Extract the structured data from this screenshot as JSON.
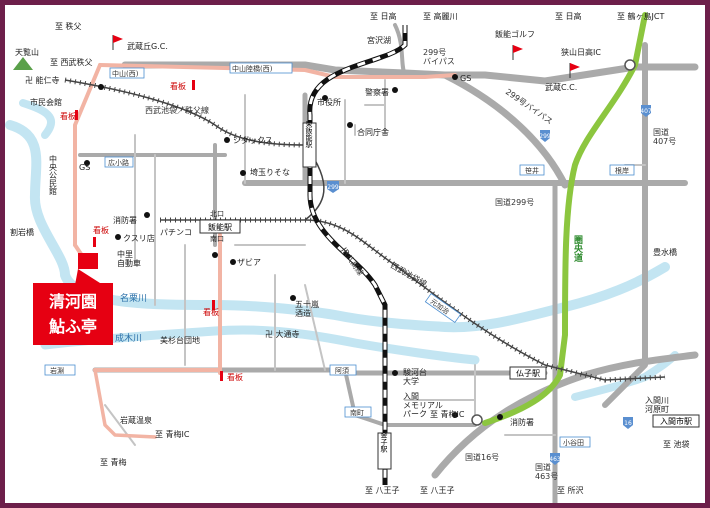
{
  "destinations": {
    "chichibu": "至 秩父",
    "seibu_chichibu": "至 西武秩父",
    "hidaka": "至 日高",
    "komagawa": "至 高麗川",
    "hidaka2": "至 日高",
    "tsurugashima": "至 鶴ヶ島JCT",
    "hachioji1": "至 八王子",
    "hachioji2": "至 八王子",
    "tokorozawa": "至 所沢",
    "ome": "至 青梅",
    "ome_ic1": "至 青梅IC",
    "ome_ic2": "至 青梅IC",
    "ikebukuro": "至 池袋"
  },
  "places": {
    "tenranzan": "天覧山",
    "noninji": "卍 能仁寺",
    "shimin_kaikan": "市民会館",
    "chuo_kouminkan": "中央公民館",
    "gs1": "GS",
    "gs2": "GS",
    "warikawabashi": "割岩橋",
    "shobosho1": "消防署",
    "kusuri": "クスリ店",
    "nakasato": "中里\n自動車",
    "pachinko": "パチンコ",
    "saitama_risona": "埼玉りそな",
    "sidax": "シダックス",
    "shiyakusho": "市役所",
    "keisatsusho": "警察署",
    "godochosha": "合同庁舎",
    "miyazawako": "宮沢湖",
    "bukozan_gc": "武蔵丘G.C.",
    "hanno_golf": "飯能ゴルフ",
    "musashi_cc": "武蔵C.C.",
    "sayama_hidaka_ic": "狭山日高IC",
    "zabia": "ザビア",
    "gojikken_shuzo": "五十嵐\n酒造",
    "daitsuji": "卍 大通寺",
    "misugidai": "美杉台団地",
    "sundai_univ": "駿河台\n大学",
    "iruma_park": "入間\nメモリアル\nパーク",
    "shobosho2": "消防署",
    "iwakurasen": "岩蔵温泉",
    "hanno_sta": "飯能駅",
    "kitaguchi": "北口",
    "minamiguchi": "南口",
    "higashi_hanno": "東飯能駅",
    "busshi_sta": "仏子駅",
    "kaneko_sta": "金子駅",
    "irumashi_sta": "入間市駅",
    "irumagawara": "入間川\n河原町",
    "yumekibashi": "豊水橋"
  },
  "roads": {
    "route299": "国道299号",
    "route299_bypass": "299号\nバイパス",
    "route299_bypass2": "299号バイパス",
    "route407": "国道\n407号",
    "route463": "国道\n463号",
    "route16": "国道16号",
    "kenodo": "圏央道",
    "jr_hachiko": "JR八高線",
    "seibu_ikebukuro": "西武池袋／秩父線",
    "seibu_ikebukuro2": "西武池袋線",
    "nakayama_street": "中山陸橋(西)",
    "nakayama_west": "中山(西)",
    "hirokoji": "広小路",
    "sakaeoka": "笹井",
    "negishi": "根岸",
    "kaidashi": "阿須",
    "nancho": "南町",
    "iwafuchi": "岩淵",
    "motokaji": "元加治",
    "kosugi": "小谷田",
    "sign_299": "299",
    "sign_407": "407",
    "sign_16": "16",
    "sign_463": "463"
  },
  "rivers": {
    "nagurigawa": "名栗川",
    "naruki": "成木川"
  },
  "signboards": {
    "label": "看板"
  },
  "restaurant": {
    "name_top": "清河園",
    "name_bottom": "鮎ふ亭"
  },
  "colors": {
    "frame": "#6d1f4a",
    "main_road": "#a8a8a8",
    "route_pink": "#f0b3a0",
    "river": "#bfe3f0",
    "expressway": "#8cc63f",
    "restaurant": "#e60012"
  }
}
